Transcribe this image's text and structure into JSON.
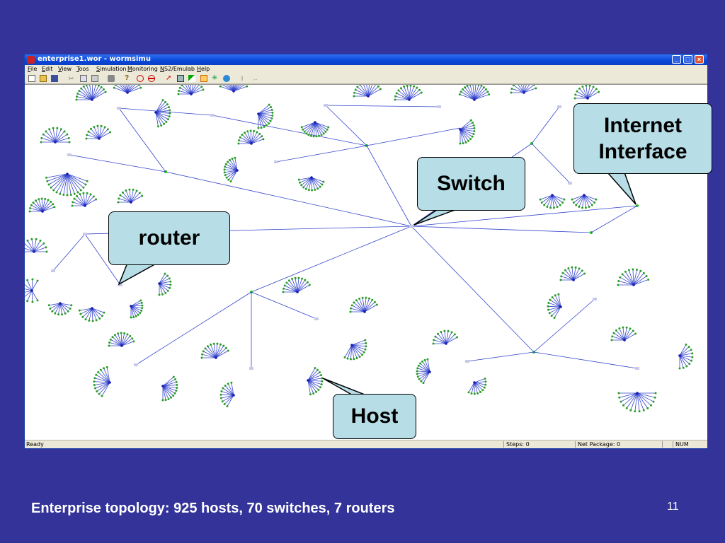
{
  "window": {
    "title": "enterprise1.wor - wormsimu",
    "menu": [
      "File",
      "Edit",
      "View",
      "Toos",
      "Simulation",
      "Monitoring",
      "NS2/Emulab",
      "Help"
    ]
  },
  "toolbar_icons": [
    "new-icon",
    "open-icon",
    "save-icon",
    "cut-icon",
    "copy-icon",
    "paste-icon",
    "print-icon",
    "help-icon",
    "stop-circle-icon",
    "minus-circle-icon",
    "pointer-icon",
    "computer-icon",
    "link-icon",
    "router-icon",
    "burst-icon",
    "globe-icon",
    "pause-icon",
    "step-icon"
  ],
  "status": {
    "left": "Ready",
    "steps": "Steps: 0",
    "net_package": "Net Package: 0",
    "num": "NUM"
  },
  "callouts": {
    "internet": "Internet\nInterface",
    "switch": "Switch",
    "router": "router",
    "host": "Host"
  },
  "caption": "Enterprise topology: 925 hosts, 70 switches, 7 routers",
  "page_number": "11"
}
